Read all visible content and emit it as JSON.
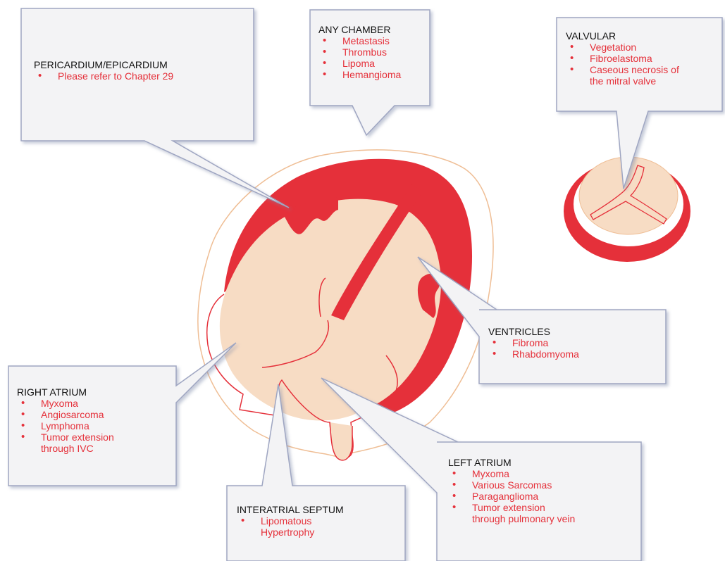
{
  "colors": {
    "accent_red": "#e5303a",
    "tissue": "#f7dcc4",
    "box_fill": "#f3f3f5",
    "box_stroke": "#9fa6c2"
  },
  "callouts": {
    "pericardium": {
      "title": "PERICARDIUM/EPICARDIUM",
      "items": [
        "Please refer to Chapter 29"
      ]
    },
    "any_chamber": {
      "title": "ANY CHAMBER",
      "items": [
        "Metastasis",
        "Thrombus",
        "Lipoma",
        "Hemangioma"
      ]
    },
    "valvular": {
      "title": "VALVULAR",
      "items": [
        "Vegetation",
        "Fibroelastoma",
        "Caseous  necrosis of the mitral valve"
      ]
    },
    "ventricles": {
      "title": "VENTRICLES",
      "items": [
        "Fibroma",
        "Rhabdomyoma"
      ]
    },
    "right_atrium": {
      "title": "RIGHT ATRIUM",
      "items": [
        "Myxoma",
        "Angiosarcoma",
        "Lymphoma",
        "Tumor extension through IVC"
      ]
    },
    "interatrial_septum": {
      "title": "INTERATRIAL SEPTUM",
      "items": [
        "Lipomatous Hypertrophy"
      ]
    },
    "left_atrium": {
      "title": "LEFT ATRIUM",
      "items": [
        "Myxoma",
        "Various Sarcomas",
        "Paraganglioma",
        "Tumor extension through pulmonary vein"
      ]
    }
  }
}
